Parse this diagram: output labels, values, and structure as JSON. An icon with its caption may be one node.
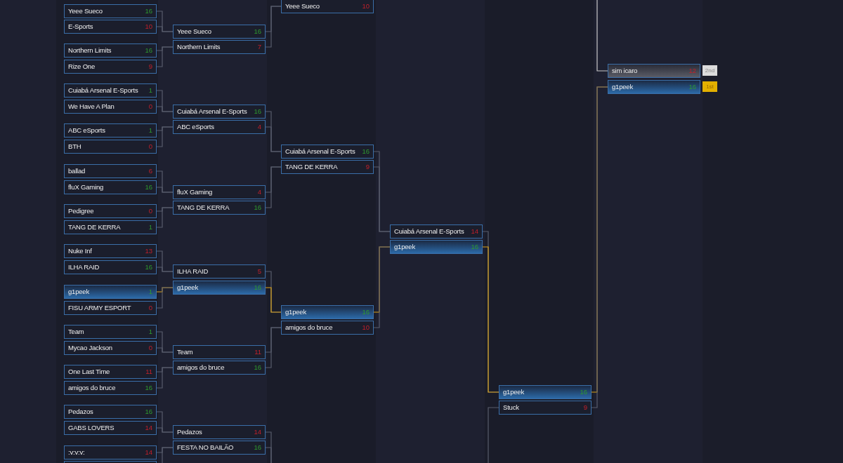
{
  "diagram": {
    "nodes": [
      {
        "text": [
          "Yeee Sueco",
          "16"
        ]
      },
      {
        "text": [
          "E-Sports",
          "10"
        ]
      },
      {
        "text": [
          "Northern Limits",
          "16"
        ]
      },
      {
        "text": [
          "Rize One",
          "9"
        ]
      },
      {
        "text": [
          "Cuiabá Arsenal E-Sports",
          "1"
        ]
      },
      {
        "text": [
          "We Have A Plan",
          "0"
        ]
      },
      {
        "text": [
          "ABC eSports",
          "1"
        ]
      },
      {
        "text": [
          "BTH",
          "0"
        ]
      },
      {
        "text": [
          "ballad",
          "6"
        ]
      },
      {
        "text": [
          "fluX Gaming",
          "16"
        ]
      },
      {
        "text": [
          "Pedigree",
          "0"
        ]
      },
      {
        "text": [
          "TANG DE KERRA",
          "1"
        ]
      },
      {
        "text": [
          "Nuke Inf",
          "13"
        ]
      },
      {
        "text": [
          "ILHA RAID",
          "16"
        ]
      },
      {
        "text": [
          "g1peek",
          "1"
        ]
      },
      {
        "text": [
          "FISU ARMY ESPORT",
          "0"
        ]
      },
      {
        "text": [
          "Team",
          "1"
        ]
      },
      {
        "text": [
          "Mycao Jackson",
          "0"
        ]
      },
      {
        "text": [
          "One Last Time",
          "11"
        ]
      },
      {
        "text": [
          "amigos do bruce",
          "16"
        ]
      },
      {
        "text": [
          "Pedazos",
          "16"
        ]
      },
      {
        "text": [
          "GABS LOVERS",
          "14"
        ]
      },
      {
        "text": [
          ":v:v:v:",
          "14"
        ]
      },
      {
        "text": [],
        "shape": "box"
      },
      {
        "text": [
          "Yeee Sueco",
          "16"
        ]
      },
      {
        "text": [
          "Northern Limits",
          "7"
        ]
      },
      {
        "text": [
          "Cuiabá Arsenal E-Sports",
          "16"
        ]
      },
      {
        "text": [
          "ABC eSports",
          "4"
        ]
      },
      {
        "text": [
          "fluX Gaming",
          "4"
        ]
      },
      {
        "text": [
          "TANG DE KERRA",
          "16"
        ]
      },
      {
        "text": [
          "ILHA RAID",
          "5"
        ]
      },
      {
        "text": [
          "g1peek",
          "16"
        ]
      },
      {
        "text": [
          "Team",
          "11"
        ]
      },
      {
        "text": [
          "amigos do bruce",
          "16"
        ]
      },
      {
        "text": [
          "Pedazos",
          "14"
        ]
      },
      {
        "text": [
          "FESTA NO BAILÃO",
          "16"
        ]
      },
      {
        "text": [
          "Yeee Sueco",
          "10"
        ]
      },
      {
        "text": [
          "Cuiabá Arsenal E-Sports",
          "16"
        ]
      },
      {
        "text": [
          "TANG DE KERRA",
          "9"
        ]
      },
      {
        "text": [
          "g1peek",
          "16"
        ]
      },
      {
        "text": [
          "amigos do bruce",
          "10"
        ]
      },
      {
        "text": [
          "Cuiabá Arsenal E-Sports",
          "14"
        ]
      },
      {
        "text": [
          "g1peek",
          "16"
        ]
      },
      {
        "text": [
          "g1peek",
          "16"
        ]
      },
      {
        "text": [
          "Stuck",
          "9"
        ]
      },
      {
        "text": [
          "sim icaro",
          "12"
        ],
        "beside": [
          "2nd"
        ]
      },
      {
        "text": [
          "g1peek",
          "16"
        ],
        "beside": [
          "1st"
        ]
      }
    ],
    "edges": [
      {
        "from": 0,
        "to": 24,
        "arrow": "none"
      },
      {
        "from": 1,
        "to": 24,
        "arrow": "none"
      },
      {
        "from": 2,
        "to": 25,
        "arrow": "none"
      },
      {
        "from": 3,
        "to": 25,
        "arrow": "none"
      },
      {
        "from": 4,
        "to": 26,
        "arrow": "none"
      },
      {
        "from": 5,
        "to": 26,
        "arrow": "none"
      },
      {
        "from": 6,
        "to": 27,
        "arrow": "none"
      },
      {
        "from": 7,
        "to": 27,
        "arrow": "none"
      },
      {
        "from": 8,
        "to": 28,
        "arrow": "none"
      },
      {
        "from": 9,
        "to": 28,
        "arrow": "none"
      },
      {
        "from": 10,
        "to": 29,
        "arrow": "none"
      },
      {
        "from": 11,
        "to": 29,
        "arrow": "none"
      },
      {
        "from": 12,
        "to": 30,
        "arrow": "none"
      },
      {
        "from": 13,
        "to": 30,
        "arrow": "none"
      },
      {
        "from": 14,
        "to": 31,
        "arrow": "none",
        "color": "#d9a21b"
      },
      {
        "from": 15,
        "to": 31,
        "arrow": "none"
      },
      {
        "from": 16,
        "to": 32,
        "arrow": "none"
      },
      {
        "from": 17,
        "to": 32,
        "arrow": "none"
      },
      {
        "from": 18,
        "to": 33,
        "arrow": "none"
      },
      {
        "from": 19,
        "to": 33,
        "arrow": "none"
      },
      {
        "from": 20,
        "to": 34,
        "arrow": "none"
      },
      {
        "from": 21,
        "to": 34,
        "arrow": "none"
      },
      {
        "from": 22,
        "to": 35,
        "arrow": "none"
      },
      {
        "from": 23,
        "to": 35,
        "arrow": "none"
      },
      {
        "from": 24,
        "to": 36,
        "arrow": "none"
      },
      {
        "from": 25,
        "to": 36,
        "arrow": "none"
      },
      {
        "from": 26,
        "to": 37,
        "arrow": "none"
      },
      {
        "from": 27,
        "to": 37,
        "arrow": "none"
      },
      {
        "from": 28,
        "to": 38,
        "arrow": "none"
      },
      {
        "from": 29,
        "to": 38,
        "arrow": "none"
      },
      {
        "from": 30,
        "to": 39,
        "arrow": "none"
      },
      {
        "from": 31,
        "to": 39,
        "arrow": "none",
        "color": "#d9a21b"
      },
      {
        "from": 32,
        "to": 40,
        "arrow": "none"
      },
      {
        "from": 33,
        "to": 40,
        "arrow": "none"
      },
      {
        "from": 34,
        "to": null,
        "arrow": "none"
      },
      {
        "from": 35,
        "to": null,
        "arrow": "none"
      },
      {
        "from": 37,
        "to": 41,
        "arrow": "none"
      },
      {
        "from": 38,
        "to": 41,
        "arrow": "none"
      },
      {
        "from": 39,
        "to": 42,
        "arrow": "none",
        "color": "#d9a21b"
      },
      {
        "from": 40,
        "to": 42,
        "arrow": "none"
      },
      {
        "from": 41,
        "to": 43,
        "arrow": "none"
      },
      {
        "from": 42,
        "to": 43,
        "arrow": "none",
        "color": "#d9a21b"
      },
      {
        "from": null,
        "to": 44,
        "arrow": "none"
      },
      {
        "from": 43,
        "to": 46,
        "arrow": "none",
        "color": "#d9a21b"
      },
      {
        "from": 44,
        "to": 46,
        "arrow": "none"
      },
      {
        "from": null,
        "to": 45,
        "arrow": "none",
        "color": "#c8c8c8"
      }
    ]
  }
}
